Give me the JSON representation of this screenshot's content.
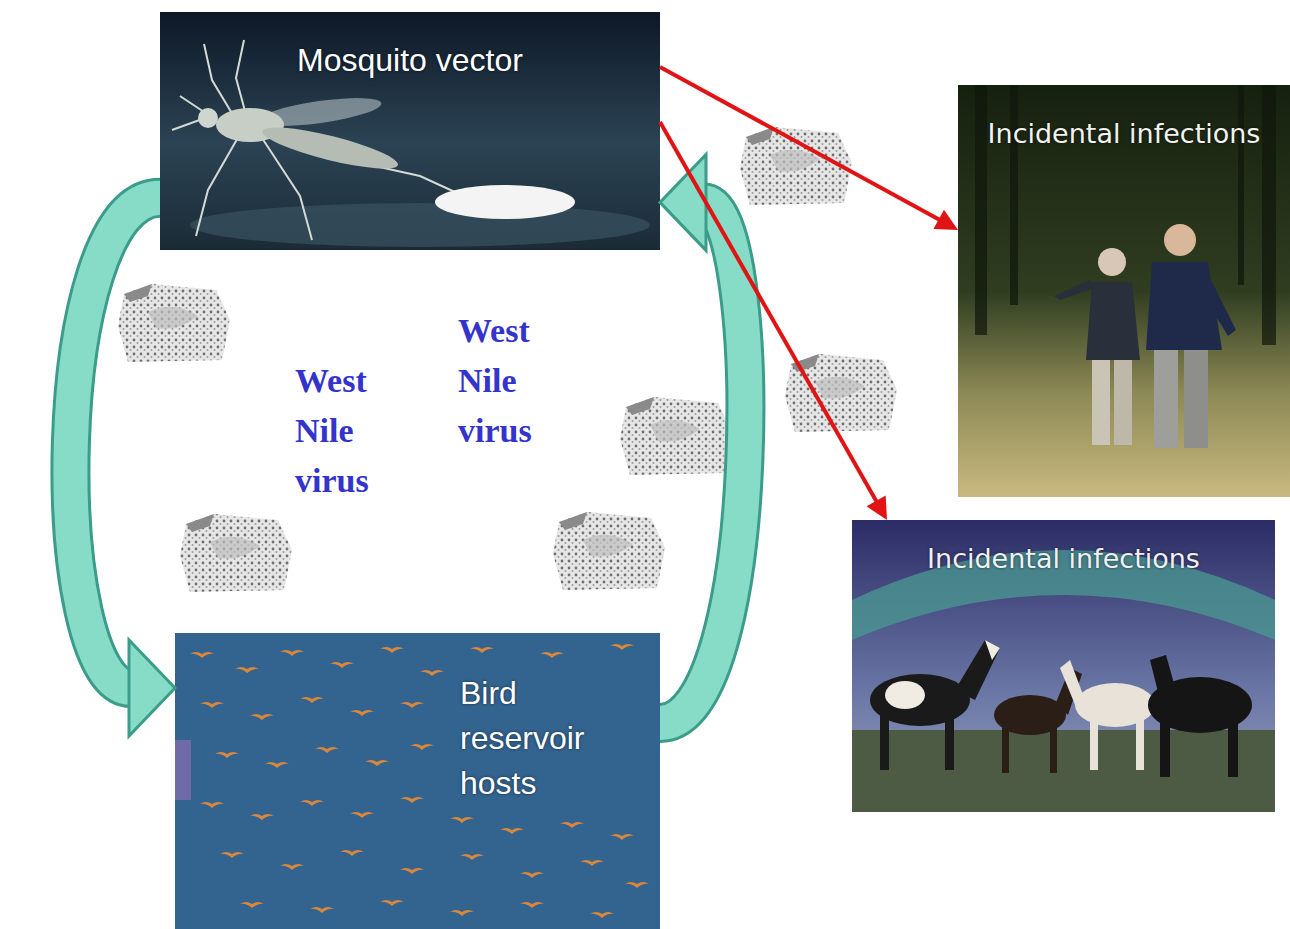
{
  "diagram": {
    "nodes": [
      {
        "text": [
          "Mosquito vector"
        ]
      },
      {
        "text": [
          "Incidental infections"
        ]
      },
      {
        "text": [
          "Incidental infections"
        ]
      },
      {
        "text": [
          "Bird reservoir hosts"
        ]
      }
    ],
    "edges": [
      {
        "from": 0,
        "to": 3,
        "arrow": "to"
      },
      {
        "from": 3,
        "to": 0,
        "arrow": "to"
      },
      {
        "from": 0,
        "to": 1,
        "arrow": "to"
      },
      {
        "from": 0,
        "to": 2,
        "arrow": "to"
      }
    ],
    "labels": [
      "West Nile virus",
      "West Nile virus"
    ]
  }
}
